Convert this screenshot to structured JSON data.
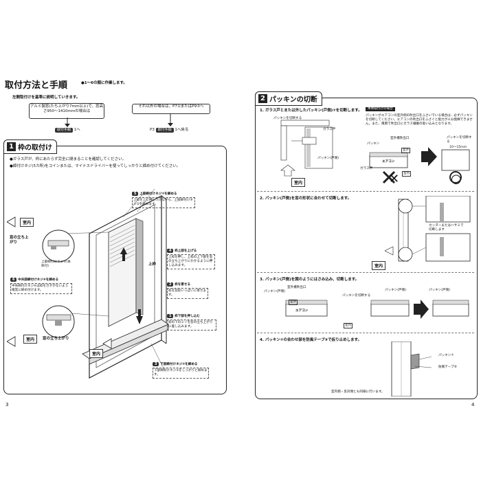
{
  "left_page": {
    "title": "取付方法と手順",
    "subtitle": "●1～6の順に作業します。",
    "intro": "左開取付けを基準に説明していきます。",
    "branch_left": {
      "text": "アルミ製窓(たち上がり7mm以上)で、窓高さ950～1410mmの場合は",
      "chip": "取付手順",
      "suffix": "1へ"
    },
    "branch_right": {
      "text": "それ以外の場合は、P7②またはP9③へ",
      "prefix": "P3",
      "chip": "取付手順",
      "suffix": "1へ戻る"
    },
    "section": {
      "number": "1",
      "title": "枠の取付け",
      "note1": "●ガラス戸が、枠にあたらず完全に閉まることを確認してください。",
      "note2": "●締付けネジ(5カ所)をコインまたは、マイナスドライバーを使ってしっかりと締め付けてください。",
      "callouts": {
        "c5": {
          "num": "5",
          "title": "上部締付けネジ②を締める",
          "body": "上枠を上に押しつけながら、上部締付けネジ②を締めます。"
        },
        "c4": {
          "num": "4",
          "title": "枠上部を上げる",
          "body": "上枠を押し、上枠の上下部を窓の立ち上がりにかかるように押し込みます。"
        },
        "c2": {
          "num": "2",
          "title": "枠を寄せる",
          "body": "枠を窓枠いっぱいに寄せます。"
        },
        "c1": {
          "num": "1",
          "title": "枠下部を押し込む",
          "body": "枠の下のミゾを窓の立ち上がりに差し込みます。"
        },
        "c3": {
          "num": "3",
          "title": "下部締付けネジ③を締める",
          "body": "下部締付けネジ③をしっかりと締めます。"
        },
        "c6": {
          "num": "6",
          "title": "中央部締付けネジ⑥を締める",
          "body": "中央締付けネジ⑥は枠をガタがないよう確実に締め付けます。"
        }
      },
      "labels": {
        "room1": "室内",
        "window_rise1": "窓の立ち上がり",
        "screw_label": "上部締付けネジ②(本体付)",
        "top_frame": "上枠",
        "room2": "室内",
        "window_rise2": "窓の立ち上がり",
        "room3": "室内"
      }
    },
    "page_number": "3"
  },
  "right_page": {
    "section": {
      "number": "2",
      "title": "パッキンの切断"
    },
    "step1": {
      "text": "1. ガラス戸とまたは外したパッキン(戸側)⑦を切断します。",
      "label_cut": "パッキンを切断する",
      "label_glass": "ガラス戸",
      "label_packing": "パッキン(戸側)",
      "room": "室内",
      "note_title": "本体取付けの場合",
      "note_body": "パッキンがエアコンの室外側の吹出口をふさいでいる場合は、必ずパッキンを切断してください。エアコンの吹出口をふさぐと能力が十分発揮できません。また、風雨で吹出口にガラス繊維の吸い込みとなります。",
      "diagram": {
        "outlet": "室外機吹出口",
        "outdoor": "室外",
        "aircon": "エアコン",
        "indoor": "室内",
        "packing": "パッキン",
        "glass": "ガラス戸",
        "cut_label": "パッキンを切断する",
        "cut_range": "10～15mm",
        "wrong": "✕",
        "right": "○"
      }
    },
    "step2": {
      "text": "2. パッキン(戸側)を窓の形状に合わせて切断します。",
      "cutter_label": "カッターまたはハサミで切断します",
      "room": "室内"
    },
    "step3": {
      "text": "3. パッキン(戸側)を図のようにはさみ込み、切断します。",
      "packing_frame": "パッキン(戸側)",
      "outlet": "室外機吹出口",
      "outdoor": "室外",
      "aircon": "エアコン",
      "cut": "パッキンを切断する",
      "packing_side": "パッキン(戸側)",
      "packing_side2": "パッキン(戸側)",
      "indoor": "室内"
    },
    "step4": {
      "text": "4. パッキン⑦の合わせ部を防風テープ⑨で仮り止めします。",
      "packing": "パッキン⑦",
      "tape": "防風テープ⑨",
      "footnote": "室内側・反対側とも同様に行います。"
    },
    "page_number": "4"
  }
}
